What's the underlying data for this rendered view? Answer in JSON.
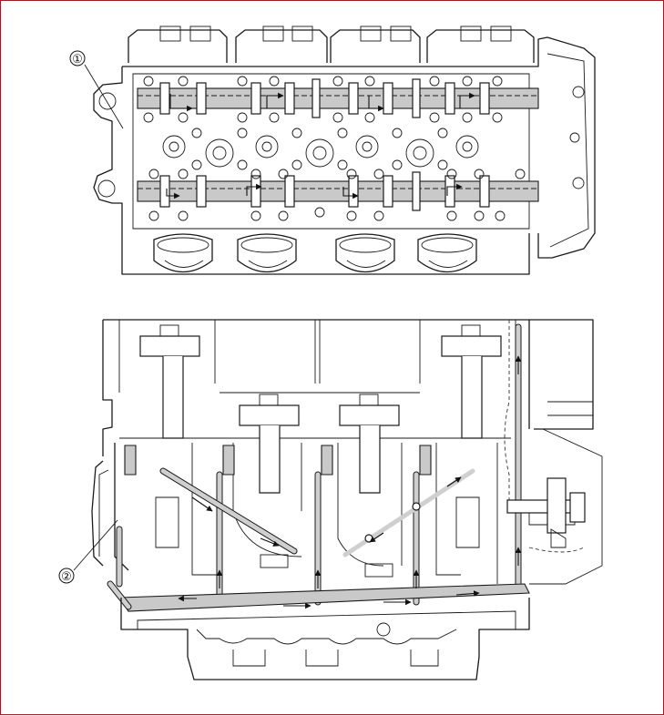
{
  "diagram": {
    "callouts": [
      {
        "id": "callout-1",
        "label": "①"
      },
      {
        "id": "callout-2",
        "label": "②"
      }
    ],
    "colors": {
      "frame_border": "#a01c24",
      "line": "#1a1a1a",
      "oil_passage": "#c9c9c9"
    }
  }
}
